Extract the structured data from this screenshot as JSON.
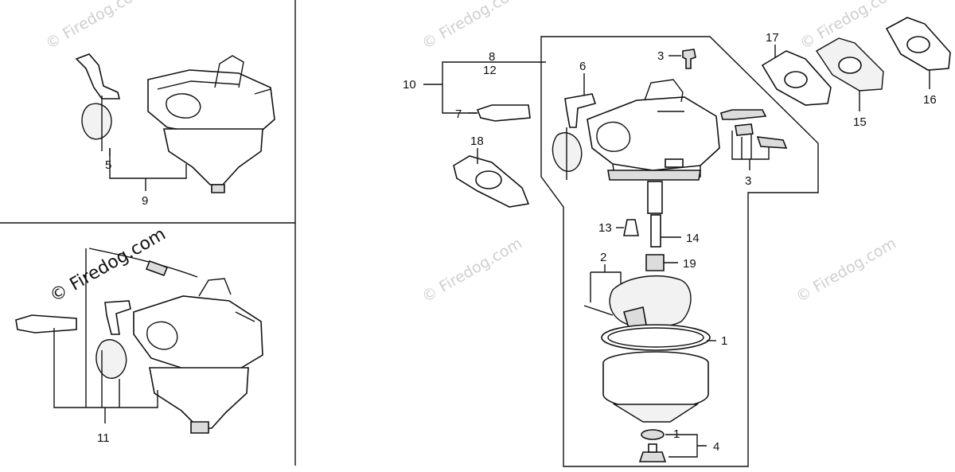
{
  "watermark": {
    "text": "© Firedog.com"
  },
  "inset_stamp": {
    "text": "© Firedog.com"
  },
  "callouts": {
    "p1a": "1",
    "p1b": "1",
    "p2": "2",
    "p3a": "3",
    "p3b": "3",
    "p4": "4",
    "p5": "5",
    "p6": "6",
    "p7": "7",
    "p8": "8",
    "p9": "9",
    "p10": "10",
    "p11": "11",
    "p12": "12",
    "p13": "13",
    "p14": "14",
    "p15": "15",
    "p16": "16",
    "p17": "17",
    "p18": "18",
    "p19": "19"
  }
}
